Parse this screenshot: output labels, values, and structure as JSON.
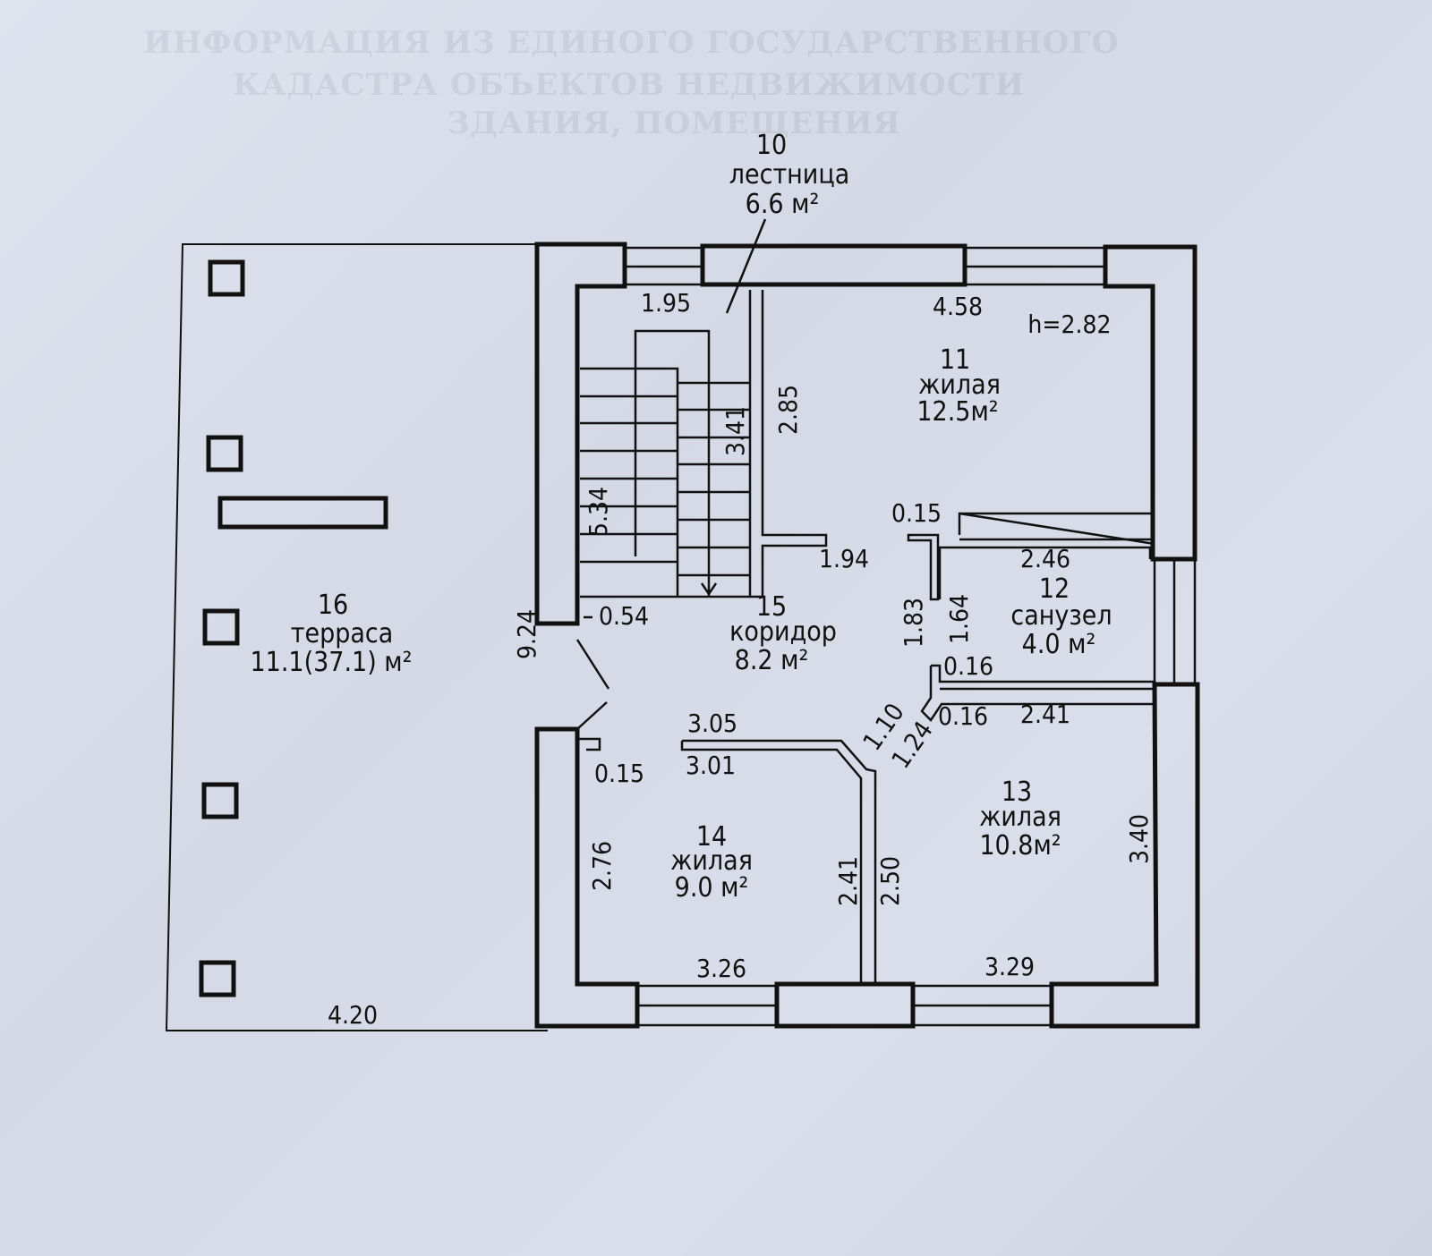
{
  "document": {
    "faded_header_lines": [
      "ИНФОРМАЦИЯ ИЗ ЕДИНОГО ГОСУДАРСТВЕННОГО",
      "КАДАСТРА ОБЪЕКТОВ НЕДВИЖИМОСТИ",
      "ЗДАНИЯ, ПОМЕЩЕНИЯ"
    ]
  },
  "floor_plan": {
    "ceiling_height": "h=2.82",
    "rooms": [
      {
        "number": "10",
        "name": "лестница",
        "area": "6.6 м²"
      },
      {
        "number": "11",
        "name": "жилая",
        "area": "12.5м²"
      },
      {
        "number": "12",
        "name": "санузел",
        "area": "4.0 м²"
      },
      {
        "number": "13",
        "name": "жилая",
        "area": "10.8м²"
      },
      {
        "number": "14",
        "name": "жилая",
        "area": "9.0 м²"
      },
      {
        "number": "15",
        "name": "коридор",
        "area": "8.2 м²"
      },
      {
        "number": "16",
        "name": "терраса",
        "area": "11.1(37.1) м²"
      }
    ],
    "dimensions": {
      "stair_width": "1.95",
      "room11_width": "4.58",
      "stair_wall": "2.85",
      "stair_run": "3.41",
      "stair_length": "5.34",
      "corridor_wall": "1.94",
      "wall_015_top": "0.15",
      "bath_width": "2.46",
      "bath_h_left": "1.83",
      "bath_h_right": "1.64",
      "wall_016_a": "0.16",
      "wall_016_b": "0.16",
      "room13_top": "2.41",
      "diag_110": "1.10",
      "diag_124": "1.24",
      "room14_top_outer": "3.05",
      "room14_top_inner": "3.01",
      "wall_015_left": "0.15",
      "door_054": "0.54",
      "total_height": "9.24",
      "room14_left": "2.76",
      "partition_241": "2.41",
      "partition_250": "2.50",
      "room13_right": "3.40",
      "room14_bottom": "3.26",
      "room13_bottom": "3.29",
      "terrace_width": "4.20"
    }
  }
}
